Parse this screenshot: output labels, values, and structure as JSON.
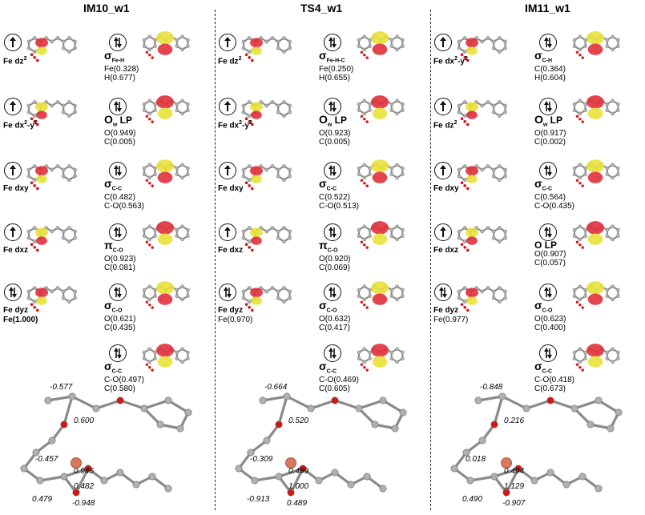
{
  "panels": [
    {
      "title": "IM10_w1",
      "rows": [
        {
          "fe": "Fe dz",
          "sup": "2",
          "sub2": "",
          "spin": "up",
          "orbital": "σ",
          "orb_sub": "Fe-H",
          "orb_tail": "",
          "pops": [
            "Fe(0.328)",
            "H(0.677)"
          ]
        },
        {
          "fe": "Fe dx",
          "sup": "2",
          "sub2": "-y",
          "sup2": "2",
          "spin": "up",
          "orbital": "O",
          "orb_sub": "w",
          "orb_tail": " LP",
          "pops": [
            "O(0.949)",
            "C(0.005)"
          ]
        },
        {
          "fe": "Fe dxy",
          "sup": "",
          "spin": "up",
          "orbital": "σ",
          "orb_sub": "C-C",
          "orb_tail": "",
          "pops": [
            "C(0.482)",
            "C-O(0.563)"
          ]
        },
        {
          "fe": "Fe dxz",
          "sup": "",
          "spin": "up",
          "orbital": "π",
          "orb_sub": "C-O",
          "orb_tail": "",
          "pops": [
            "O(0.923)",
            "C(0.081)"
          ]
        },
        {
          "fe": "Fe dyz",
          "sup": "",
          "extra": "Fe(1.000)",
          "spin": "updown",
          "orbital": "σ",
          "orb_sub": "C-O",
          "orb_tail": "",
          "pops": [
            "O(0.621)",
            "C(0.435)"
          ]
        },
        {
          "fe": "",
          "spin": "",
          "orbital": "σ",
          "orb_sub": "C-C",
          "orb_tail": "",
          "pops": [
            "C-O(0.497)",
            "C(0.580)"
          ]
        }
      ],
      "structure_numbers": [
        "-0.577",
        "0.600",
        "-0.457",
        "0.945",
        "0.482",
        "0.479",
        "-0.948"
      ]
    },
    {
      "title": "TS4_w1",
      "rows": [
        {
          "fe": "Fe dz",
          "sup": "2",
          "spin": "up",
          "orbital": "σ",
          "orb_sub": "Fe-H-C",
          "orb_tail": "",
          "pops": [
            "Fe(0.250)",
            "H(0.655)"
          ]
        },
        {
          "fe": "Fe dx",
          "sup": "2",
          "sub2": "-y",
          "sup2": "2",
          "spin": "up",
          "orbital": "O",
          "orb_sub": "w",
          "orb_tail": " LP",
          "pops": [
            "O(0.923)",
            "C(0.005)"
          ]
        },
        {
          "fe": "Fe dxy",
          "sup": "",
          "spin": "up",
          "orbital": "σ",
          "orb_sub": "C-C",
          "orb_tail": "",
          "pops": [
            "C(0.522)",
            "C-O(0.513)"
          ]
        },
        {
          "fe": "Fe dxz",
          "sup": "",
          "spin": "up",
          "orbital": "π",
          "orb_sub": "C-O",
          "orb_tail": "",
          "pops": [
            "O(0.920)",
            "C(0.069)"
          ]
        },
        {
          "fe": "Fe dyz",
          "sup": "",
          "extra": "Fe(0.970)",
          "spin": "updown",
          "orbital": "σ",
          "orb_sub": "C-O",
          "orb_tail": "",
          "pops": [
            "O(0.632)",
            "C(0.417)"
          ]
        },
        {
          "fe": "",
          "spin": "",
          "orbital": "σ",
          "orb_sub": "C-C",
          "orb_tail": "",
          "pops": [
            "C-O(0.469)",
            "C(0.605)"
          ]
        }
      ],
      "structure_numbers": [
        "-0.664",
        "0.520",
        "-0.309",
        "0.489",
        "1.000",
        "-0.913",
        "0.489"
      ]
    },
    {
      "title": "IM11_w1",
      "rows": [
        {
          "fe": "Fe dx",
          "sup": "2",
          "sub2": "-y",
          "sup2": "2",
          "spin": "up",
          "orbital": "σ",
          "orb_sub": "C-H",
          "orb_tail": "",
          "pops": [
            "C(0.364)",
            "H(0.604)"
          ]
        },
        {
          "fe": "Fe dz",
          "sup": "2",
          "spin": "up",
          "orbital": "O",
          "orb_sub": "w",
          "orb_tail": " LP",
          "pops": [
            "O(0.917)",
            "C(0.002)"
          ]
        },
        {
          "fe": "Fe dxy",
          "sup": "",
          "spin": "up",
          "orbital": "σ",
          "orb_sub": "C-C",
          "orb_tail": "",
          "pops": [
            "C(0.564)",
            "C-O(0.435)"
          ]
        },
        {
          "fe": "Fe dxz",
          "sup": "",
          "spin": "up",
          "orbital": "O LP",
          "orb_sub": "",
          "orb_tail": "",
          "pops": [
            "O(0.907)",
            "C(0.057)"
          ]
        },
        {
          "fe": "Fe dyz",
          "sup": "",
          "extra": "Fe(0.977)",
          "spin": "updown",
          "orbital": "σ",
          "orb_sub": "C-O",
          "orb_tail": "",
          "pops": [
            "O(0.623)",
            "C(0.400)"
          ]
        },
        {
          "fe": "",
          "spin": "",
          "orbital": "σ",
          "orb_sub": "C-C",
          "orb_tail": "",
          "pops": [
            "C-O(0.418)",
            "C(0.673)"
          ]
        }
      ],
      "structure_numbers": [
        "-0.848",
        "0.216",
        "0.018",
        "0.494",
        "1.129",
        "0.490",
        "-0.907"
      ]
    }
  ],
  "colors": {
    "lobe_red": "#e0303a",
    "lobe_yellow": "#e8e23a",
    "atom_gray": "#b0b0b0",
    "atom_red": "#d01818",
    "fe_orange": "#d9785a"
  }
}
